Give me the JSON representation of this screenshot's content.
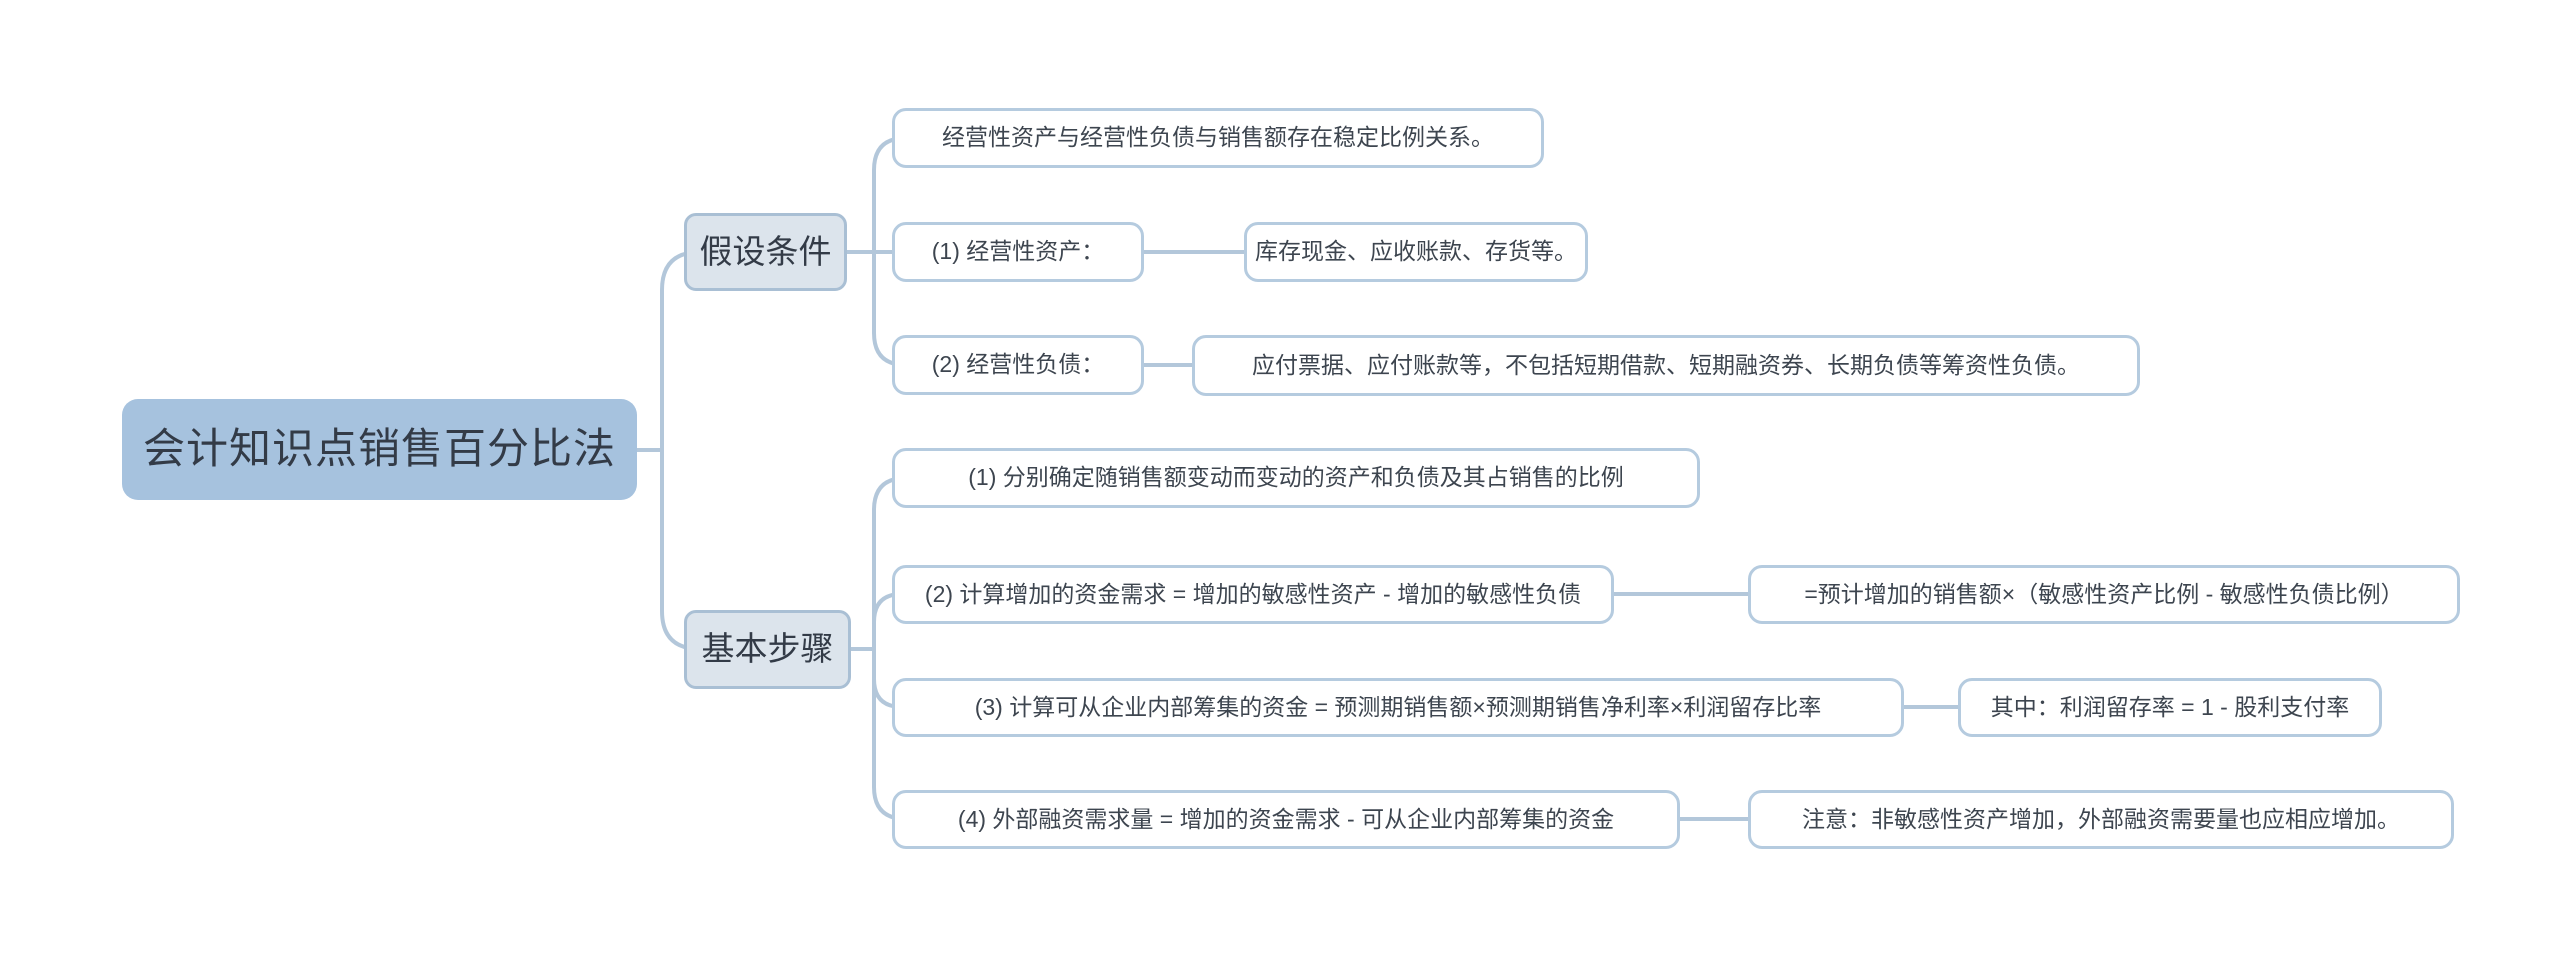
{
  "mindmap": {
    "title": "会计知识点销售百分比法",
    "root": {
      "label": "会计知识点销售百分比法"
    },
    "branches": [
      {
        "label": "假设条件",
        "children": [
          {
            "label": "经营性资产与经营性负债与销售额存在稳定比例关系。"
          },
          {
            "label": "(1) 经营性资产：",
            "child": {
              "label": "库存现金、应收账款、存货等。"
            }
          },
          {
            "label": "(2) 经营性负债：",
            "child": {
              "label": "应付票据、应付账款等，不包括短期借款、短期融资券、长期负债等筹资性负债。"
            }
          }
        ]
      },
      {
        "label": "基本步骤",
        "children": [
          {
            "label": "(1) 分别确定随销售额变动而变动的资产和负债及其占销售的比例"
          },
          {
            "label": "(2) 计算增加的资金需求 = 增加的敏感性资产 - 增加的敏感性负债",
            "child": {
              "label": "=预计增加的销售额×（敏感性资产比例 - 敏感性负债比例）"
            }
          },
          {
            "label": "(3) 计算可从企业内部筹集的资金 = 预测期销售额×预测期销售净利率×利润留存比率",
            "child": {
              "label": "其中：利润留存率 = 1 - 股利支付率"
            }
          },
          {
            "label": "(4) 外部融资需求量 = 增加的资金需求 - 可从企业内部筹集的资金",
            "child": {
              "label": "注意：非敏感性资产增加，外部融资需要量也应相应增加。"
            }
          }
        ]
      }
    ]
  },
  "colors": {
    "canvas_bg": "#ffffff",
    "root_fill": "#a6c2de",
    "branch_fill": "#dce4ec",
    "branch_border": "#a9bfd4",
    "leaf_border": "#b5cbdf",
    "line_color": "#b3c7da",
    "text_dark": "#333b47",
    "text_leaf": "#3d454f"
  }
}
